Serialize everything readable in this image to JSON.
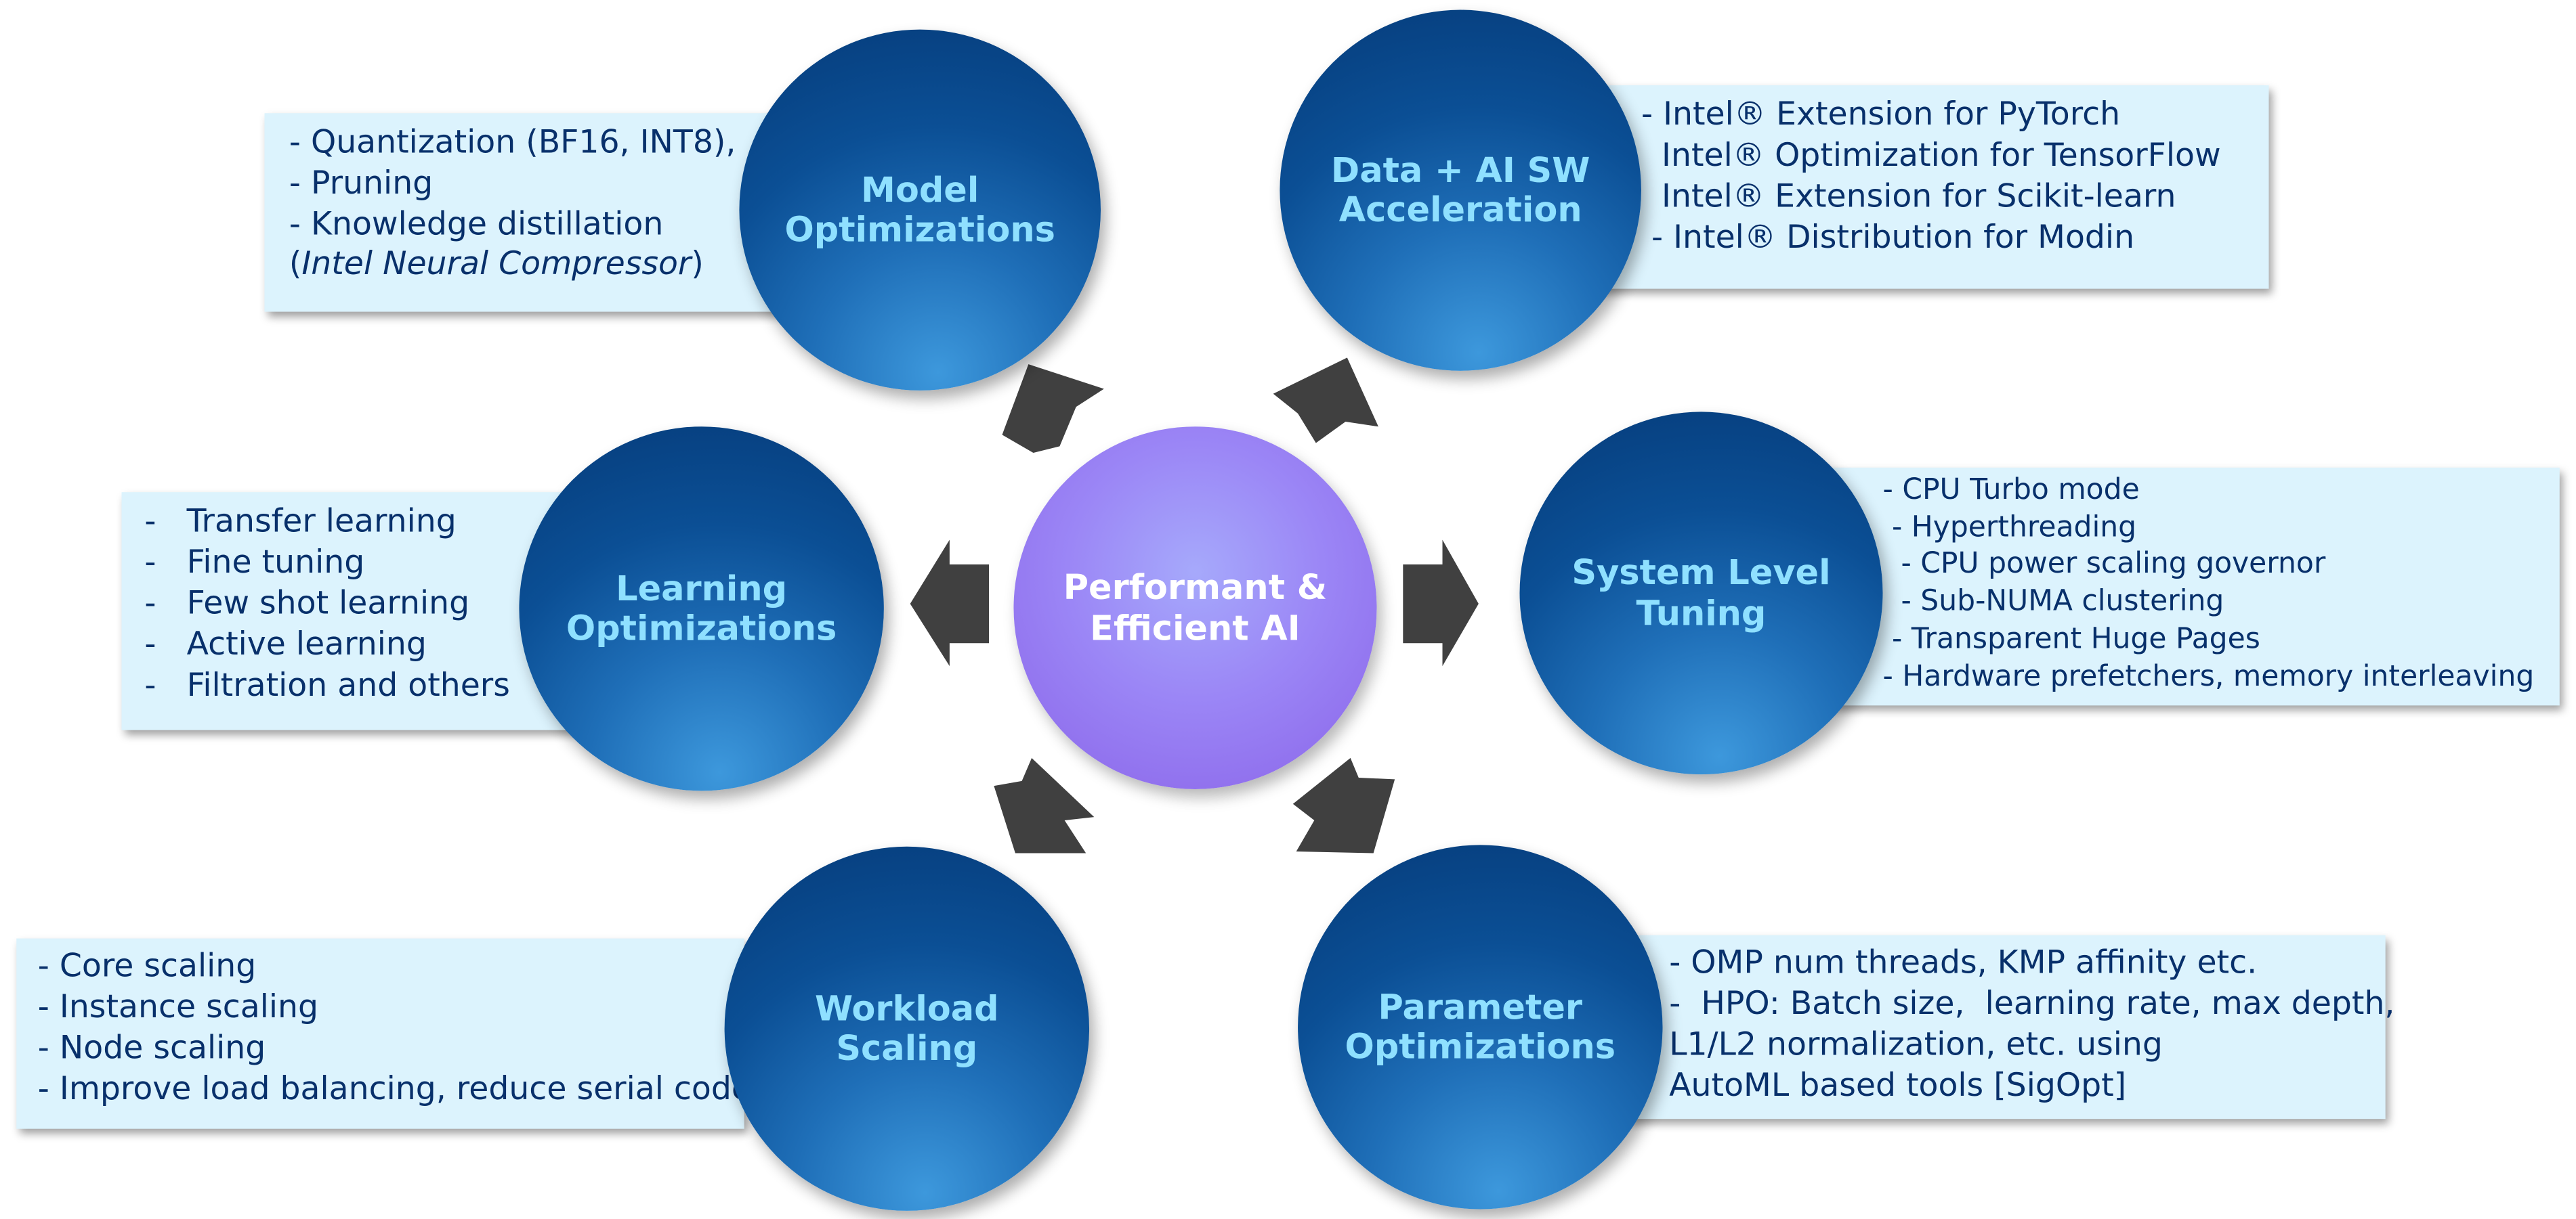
{
  "center": {
    "title": "Performant &\nEfficient AI"
  },
  "nodes": {
    "model_opt": {
      "title": "Model\nOptimizations",
      "lines": [
        "- Quantization (BF16, INT8),",
        "- Pruning",
        "- Knowledge distillation"
      ],
      "tool_open": "(",
      "tool": "Intel Neural Compressor",
      "tool_close": ")"
    },
    "data_ai": {
      "title": "Data + AI SW\nAcceleration",
      "lines": [
        "- Intel® Extension for PyTorch",
        "  Intel® Optimization for TensorFlow",
        "  Intel® Extension for Scikit-learn",
        " - Intel® Distribution for Modin"
      ]
    },
    "learning": {
      "title": "Learning\nOptimizations",
      "lines": [
        "-   Transfer learning",
        "-   Fine tuning",
        "-   Few shot learning",
        "-   Active learning",
        "-   Filtration and others"
      ]
    },
    "system": {
      "title": "System Level\nTuning",
      "lines": [
        "- CPU Turbo mode",
        " - Hyperthreading",
        "  - CPU power scaling governor",
        "  - Sub-NUMA clustering",
        " - Transparent Huge Pages",
        "- Hardware prefetchers, memory interleaving"
      ]
    },
    "workload": {
      "title": "Workload\nScaling",
      "lines": [
        "- Core scaling",
        "- Instance scaling",
        "- Node scaling",
        "- Improve load balancing, reduce serial code"
      ]
    },
    "parameter": {
      "title": "Parameter\nOptimizations",
      "lines": [
        "- OMP num threads, KMP affinity etc.",
        "-  HPO: Batch size,  learning rate, max depth,",
        "L1/L2 normalization, etc. using",
        "AutoML based tools [SigOpt]"
      ]
    }
  },
  "colors": {
    "box_bg": "#dcf3fd",
    "box_text": "#08306b",
    "circle_title": "#8fe0ff",
    "circle_dark": "#053a78",
    "circle_light": "#3d98dc",
    "center_fill": "#9b86f6",
    "arrow": "#404040"
  }
}
